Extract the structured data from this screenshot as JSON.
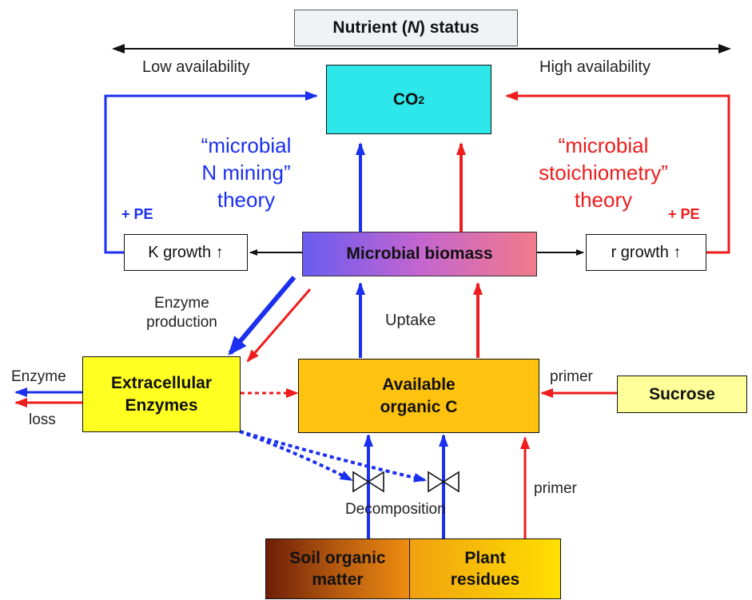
{
  "header": {
    "title_prefix": "Nutrient (",
    "title_var": "N",
    "title_suffix": ") status",
    "low": "Low availability",
    "high": "High availability"
  },
  "co2": {
    "base": "CO",
    "sub": "2"
  },
  "theory_left": {
    "line1": "“microbial",
    "line2": "N mining”",
    "line3": "theory"
  },
  "theory_right": {
    "line1": "“microbial",
    "line2": "stoichiometry”",
    "line3": "theory"
  },
  "pe_left": "+ PE",
  "pe_right": "+ PE",
  "k_growth": "K growth ↑",
  "r_growth": "r growth ↑",
  "biomass": "Microbial biomass",
  "enzyme_production": {
    "line1": "Enzyme",
    "line2": "production"
  },
  "uptake": "Uptake",
  "extracellular": {
    "line1": "Extracellular",
    "line2": "Enzymes"
  },
  "available": {
    "line1": "Available",
    "line2": "organic C"
  },
  "enzyme_loss": {
    "line1": "Enzyme",
    "line2": "loss"
  },
  "primer_top": "primer",
  "primer_bottom": "primer",
  "sucrose": "Sucrose",
  "decomposition": "Decomposition",
  "som": {
    "line1": "Soil organic",
    "line2": "matter"
  },
  "plant": {
    "line1": "Plant",
    "line2": "residues"
  },
  "colors": {
    "blue": "#1a2ff0",
    "red": "#ee1c1c",
    "cyan": "#2de7ea",
    "yellow": "#ffff22",
    "orange": "#ffc20e",
    "sucrose": "#ffff99"
  }
}
